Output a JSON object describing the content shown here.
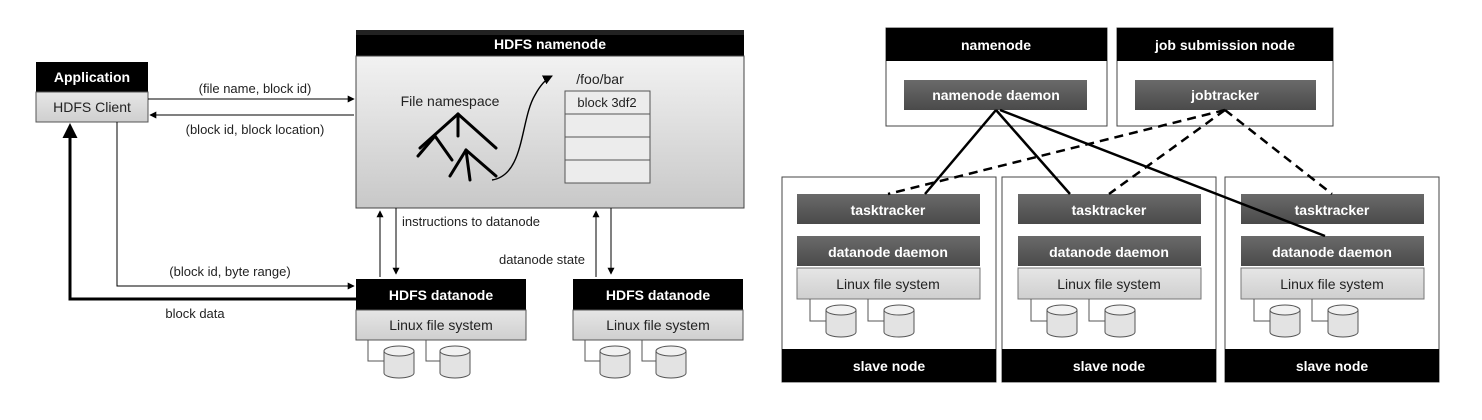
{
  "left_diagram": {
    "application": {
      "header": "Application",
      "client_label": "HDFS Client"
    },
    "namenode": {
      "header": "HDFS namenode",
      "namespace_label": "File namespace",
      "path_label": "/foo/bar",
      "block_label": "block 3df2"
    },
    "edges": {
      "request": "(file name, block id)",
      "response": "(block id, block location)",
      "instructions": "instructions to datanode",
      "state": "datanode state",
      "byte_range": "(block id, byte range)",
      "block_data": "block data"
    },
    "datanodes": [
      {
        "header": "HDFS datanode",
        "fs_label": "Linux file system"
      },
      {
        "header": "HDFS datanode",
        "fs_label": "Linux file system"
      }
    ]
  },
  "right_diagram": {
    "namenode": {
      "header": "namenode",
      "daemon": "namenode daemon"
    },
    "job_node": {
      "header": "job submission node",
      "daemon": "jobtracker"
    },
    "slaves": [
      {
        "tasktracker": "tasktracker",
        "datanode": "datanode daemon",
        "fs": "Linux file system",
        "footer": "slave node"
      },
      {
        "tasktracker": "tasktracker",
        "datanode": "datanode daemon",
        "fs": "Linux file system",
        "footer": "slave node"
      },
      {
        "tasktracker": "tasktracker",
        "datanode": "datanode daemon",
        "fs": "Linux file system",
        "footer": "slave node"
      }
    ]
  },
  "colors": {
    "black": "#000000",
    "dark_gray": "#555555",
    "light_gray": "#d9d9d9",
    "white": "#ffffff"
  }
}
